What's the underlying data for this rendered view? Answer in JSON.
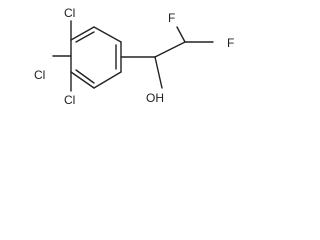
{
  "molecule": {
    "atoms": {
      "cl_top": "Cl",
      "cl_left": "Cl",
      "cl_bottom": "Cl",
      "f_left": "F",
      "f_right": "F",
      "oh": "OH"
    },
    "colors": {
      "ink": "#222222",
      "background": "#ffffff"
    }
  }
}
